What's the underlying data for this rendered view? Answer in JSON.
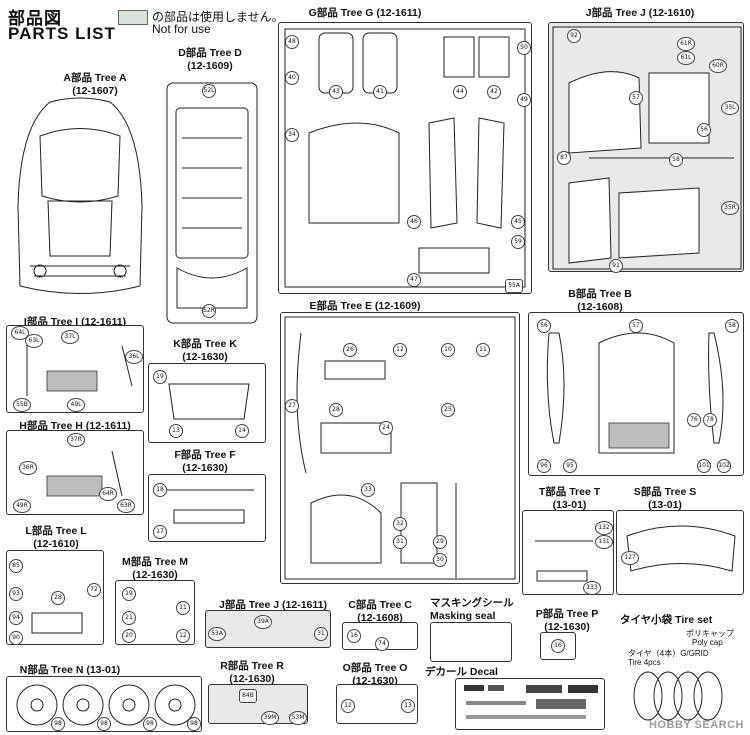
{
  "header": {
    "title_jp": "部品図",
    "title_en": "PARTS LIST",
    "legend_jp": "の部品は使用しません。",
    "legend_en": "Not for use"
  },
  "trees": {
    "a": {
      "name": "A部品 Tree A",
      "code": "(12-1607)"
    },
    "d": {
      "name": "D部品 Tree D",
      "code": "(12-1609)"
    },
    "g": {
      "name": "G部品 Tree G",
      "code": "(12-1611)"
    },
    "j1": {
      "name": "J部品 Tree J",
      "code": "(12-1610)"
    },
    "i": {
      "name": "I部品 Tree I",
      "code": "(12-1611)"
    },
    "h": {
      "name": "H部品 Tree H",
      "code": "(12-1611)"
    },
    "k": {
      "name": "K部品 Tree K",
      "code": "(12-1630)"
    },
    "f": {
      "name": "F部品 Tree F",
      "code": "(12-1630)"
    },
    "e": {
      "name": "E部品 Tree E",
      "code": "(12-1609)"
    },
    "b": {
      "name": "B部品 Tree B",
      "code": "(12-1608)"
    },
    "l": {
      "name": "L部品 Tree L",
      "code": "(12-1610)"
    },
    "m": {
      "name": "M部品 Tree M",
      "code": "(12-1630)"
    },
    "j2": {
      "name": "J部品 Tree J",
      "code": "(12-1611)"
    },
    "c": {
      "name": "C部品 Tree C",
      "code": "(12-1608)"
    },
    "t": {
      "name": "T部品 Tree T",
      "code": "(13-01)"
    },
    "s": {
      "name": "S部品 Tree S",
      "code": "(13-01)"
    },
    "p": {
      "name": "P部品 Tree P",
      "code": "(12-1630)"
    },
    "n": {
      "name": "N部品 Tree N",
      "code": "(13-01)"
    },
    "r": {
      "name": "R部品 Tree R",
      "code": "(12-1630)"
    },
    "o": {
      "name": "O部品 Tree O",
      "code": "(12-1630)"
    }
  },
  "masking": {
    "jp": "マスキングシール",
    "en": "Masking seal"
  },
  "decal": {
    "label": "デカール Decal"
  },
  "tire": {
    "title": "タイヤ小袋 Tire set",
    "polycap_jp": "ポリキャップ",
    "polycap_en": "Poly cap",
    "tire_jp": "タイヤ（4本）G/GRID",
    "tire_en": "Tire 4pcs"
  },
  "watermark": "HOBBY SEARCH",
  "part_numbers": {
    "d": [
      "52L",
      "52R"
    ],
    "g": [
      "48",
      "40",
      "43",
      "41",
      "50",
      "44",
      "42",
      "49",
      "34",
      "46",
      "45",
      "59",
      "47",
      "55A"
    ],
    "j": [
      "92",
      "61R",
      "61L",
      "60R",
      "57",
      "35L",
      "35R",
      "56",
      "58",
      "87",
      "91"
    ],
    "i": [
      "64L",
      "63L",
      "37L",
      "36L",
      "55B",
      "49L"
    ],
    "h": [
      "37R",
      "36R",
      "49R",
      "64R",
      "63R"
    ],
    "k": [
      "19",
      "13",
      "14"
    ],
    "f": [
      "18",
      "17"
    ],
    "e": [
      "26",
      "12",
      "10",
      "11",
      "27",
      "28",
      "25",
      "24",
      "33",
      "32",
      "31",
      "29",
      "30"
    ],
    "b": [
      "56",
      "57",
      "58",
      "78",
      "76",
      "96",
      "95",
      "101",
      "102"
    ],
    "l": [
      "85",
      "28",
      "72",
      "93",
      "94",
      "90"
    ],
    "m": [
      "19",
      "11",
      "21",
      "20",
      "12"
    ],
    "j2": [
      "53A",
      "39A",
      "31"
    ],
    "c": [
      "16",
      "74"
    ],
    "t": [
      "132",
      "131",
      "133"
    ],
    "s": [
      "127"
    ],
    "p": [
      "16"
    ],
    "n": [
      "98",
      "98",
      "98",
      "98"
    ],
    "r": [
      "84B",
      "39M",
      "53M"
    ],
    "o": [
      "12",
      "13"
    ]
  }
}
